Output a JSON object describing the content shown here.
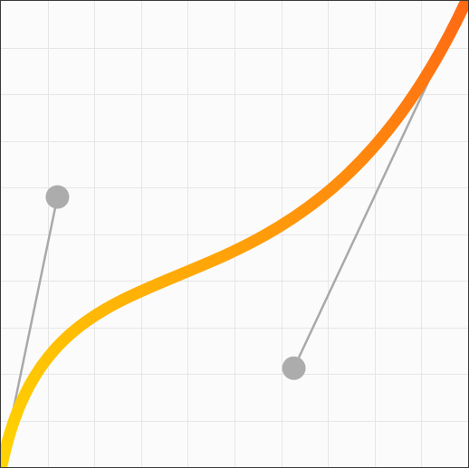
{
  "editor": {
    "background": "#fbfbfb",
    "border_color": "#3a3a3a",
    "grid_color": "#e6e6e6",
    "grid_divisions": 10
  },
  "curve": {
    "gradient_start": "#ffd400",
    "gradient_end": "#ff6a13",
    "start_point": [
      0,
      0
    ],
    "control_point_1": [
      0.12,
      0.58
    ],
    "control_point_2": [
      0.63,
      0.21
    ],
    "end_point": [
      1,
      1
    ]
  },
  "handles": {
    "line_color": "#a9a9a9",
    "knob_color": "#acacac"
  }
}
